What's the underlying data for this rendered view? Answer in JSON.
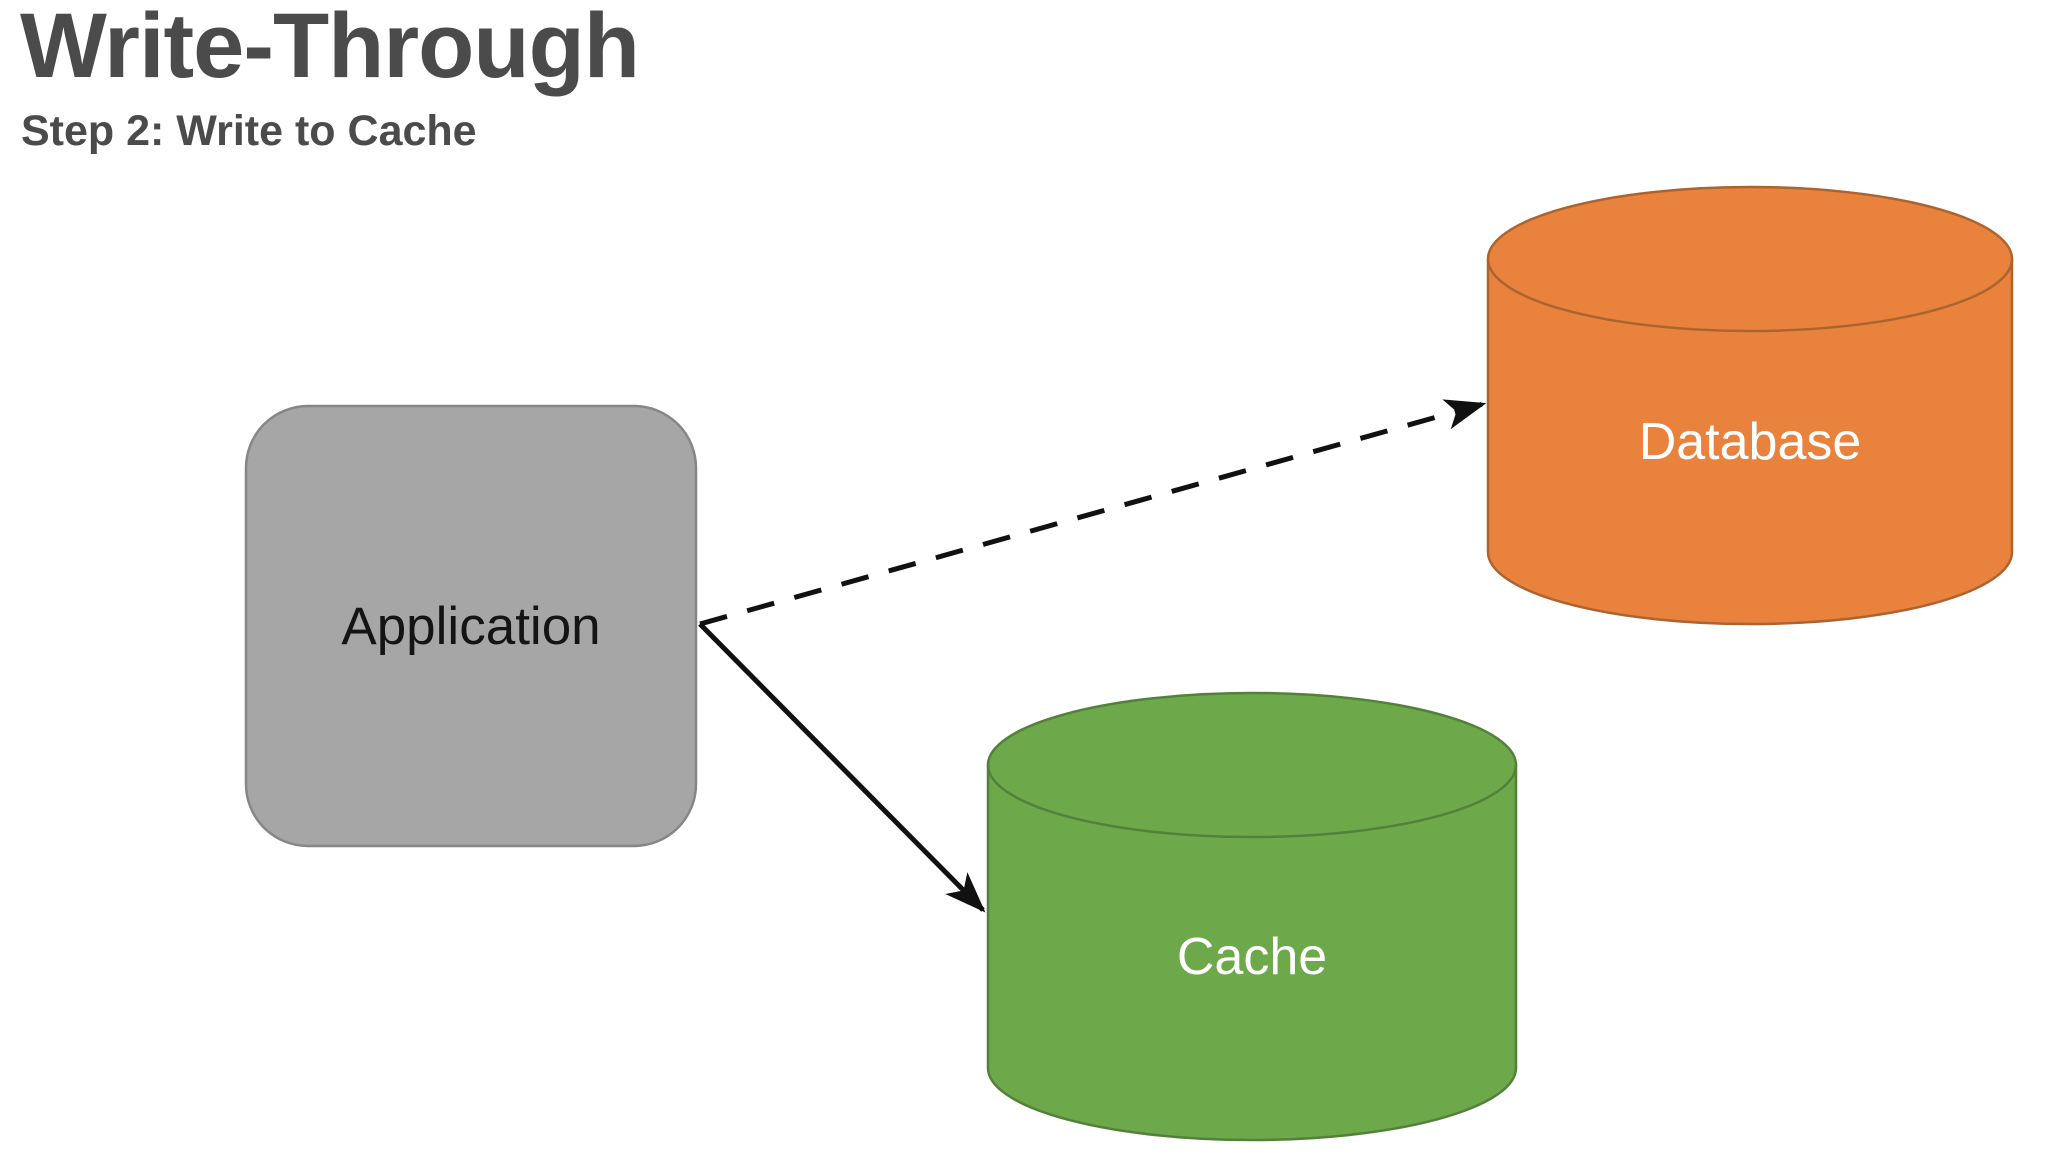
{
  "colors": {
    "background": "#ffffff",
    "title-text": "#4b4b4b",
    "app-fill": "#a6a6a6",
    "app-border": "#868686",
    "app-label": "#141414",
    "db-fill": "#e8823c",
    "db-stroke": "#ab6330",
    "cache-fill": "#6da84b",
    "cache-stroke": "#53803a",
    "node-label": "#ffffff",
    "arrow": "#111111"
  },
  "header": {
    "title": "Write-Through",
    "subtitle": "Step 2: Write to Cache"
  },
  "diagram": {
    "nodes": [
      {
        "id": "application",
        "label": "Application",
        "shape": "rounded-rect"
      },
      {
        "id": "database",
        "label": "Database",
        "shape": "cylinder"
      },
      {
        "id": "cache",
        "label": "Cache",
        "shape": "cylinder"
      }
    ],
    "edges": [
      {
        "from": "application",
        "to": "database",
        "style": "dashed",
        "arrowhead": "end"
      },
      {
        "from": "application",
        "to": "cache",
        "style": "solid",
        "arrowhead": "end"
      }
    ]
  }
}
